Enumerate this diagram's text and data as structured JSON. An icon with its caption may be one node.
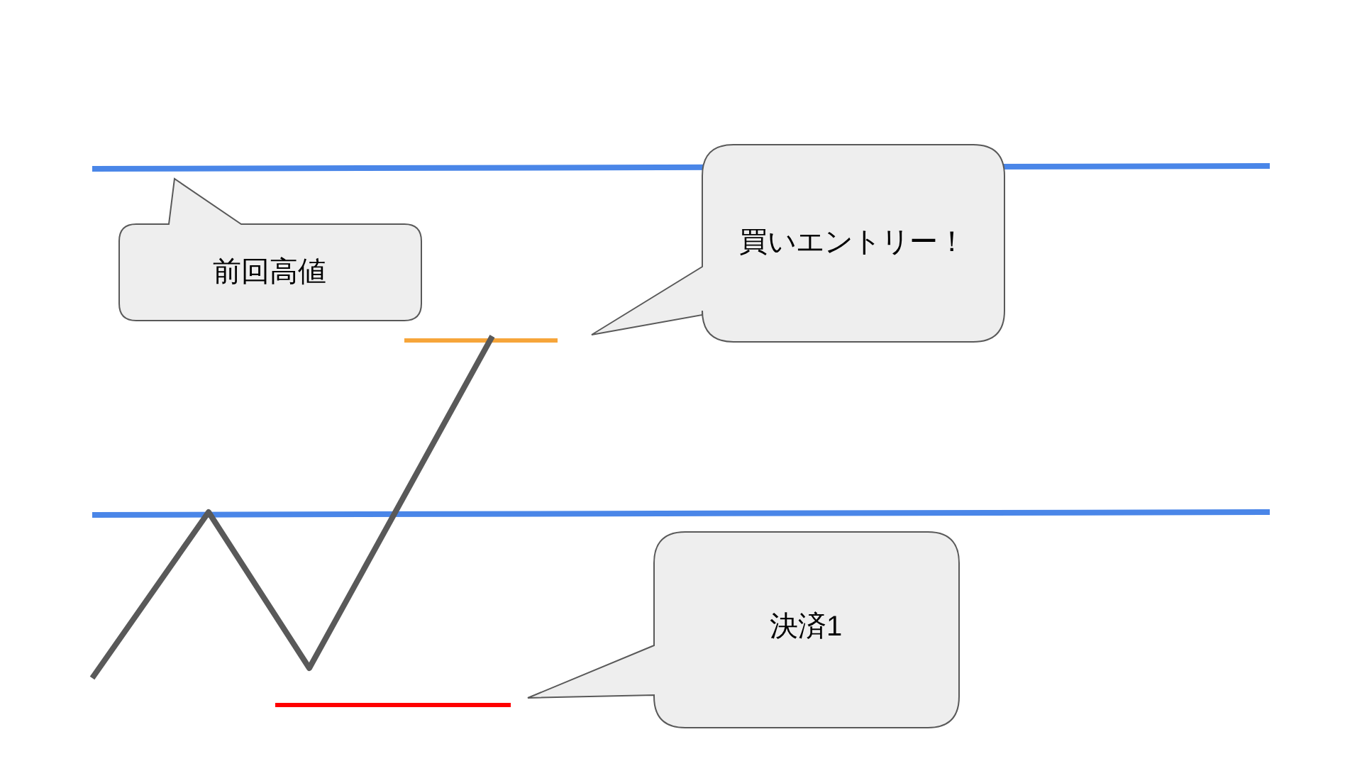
{
  "diagram": {
    "nodes": [
      {
        "text": [
          "前回高値"
        ]
      },
      {
        "text": [
          "買いエントリー！"
        ]
      },
      {
        "text": [
          "決済1"
        ]
      }
    ]
  }
}
